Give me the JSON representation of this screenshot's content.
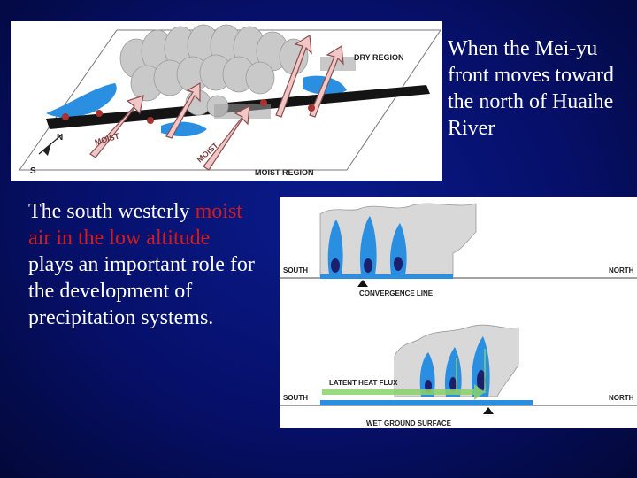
{
  "top_caption": "When the Mei-yu front moves toward the north of Huaihe River",
  "left_text": {
    "part1": "The south westerly ",
    "highlight": "moist air in the low altitude",
    "part2": " plays an important role for the development of precipitation systems."
  },
  "map_diagram": {
    "labels": {
      "dry_region": "DRY REGION",
      "moist_region": "MOIST REGION",
      "moist_arrow_1": "MOIST",
      "moist_arrow_2": "MOIST",
      "north": "N",
      "south": "S"
    }
  },
  "cross_sections": {
    "labels": {
      "south_upper": "SOUTH",
      "north_upper": "NORTH",
      "convergence_line": "CONVERGENCE LINE",
      "latent_heat_flux": "LATENT HEAT FLUX",
      "south_lower": "SOUTH",
      "north_lower": "NORTH",
      "wet_ground_surface": "WET GROUND SURFACE"
    }
  },
  "colors": {
    "background": "#06106a",
    "text": "#ffffff",
    "highlight": "#d21c1c",
    "cloud": "#c9c9c9",
    "convection": "#2a8fe0",
    "arrow_fill": "#f0c6c6",
    "arrow_stroke": "#8a4f4f"
  }
}
